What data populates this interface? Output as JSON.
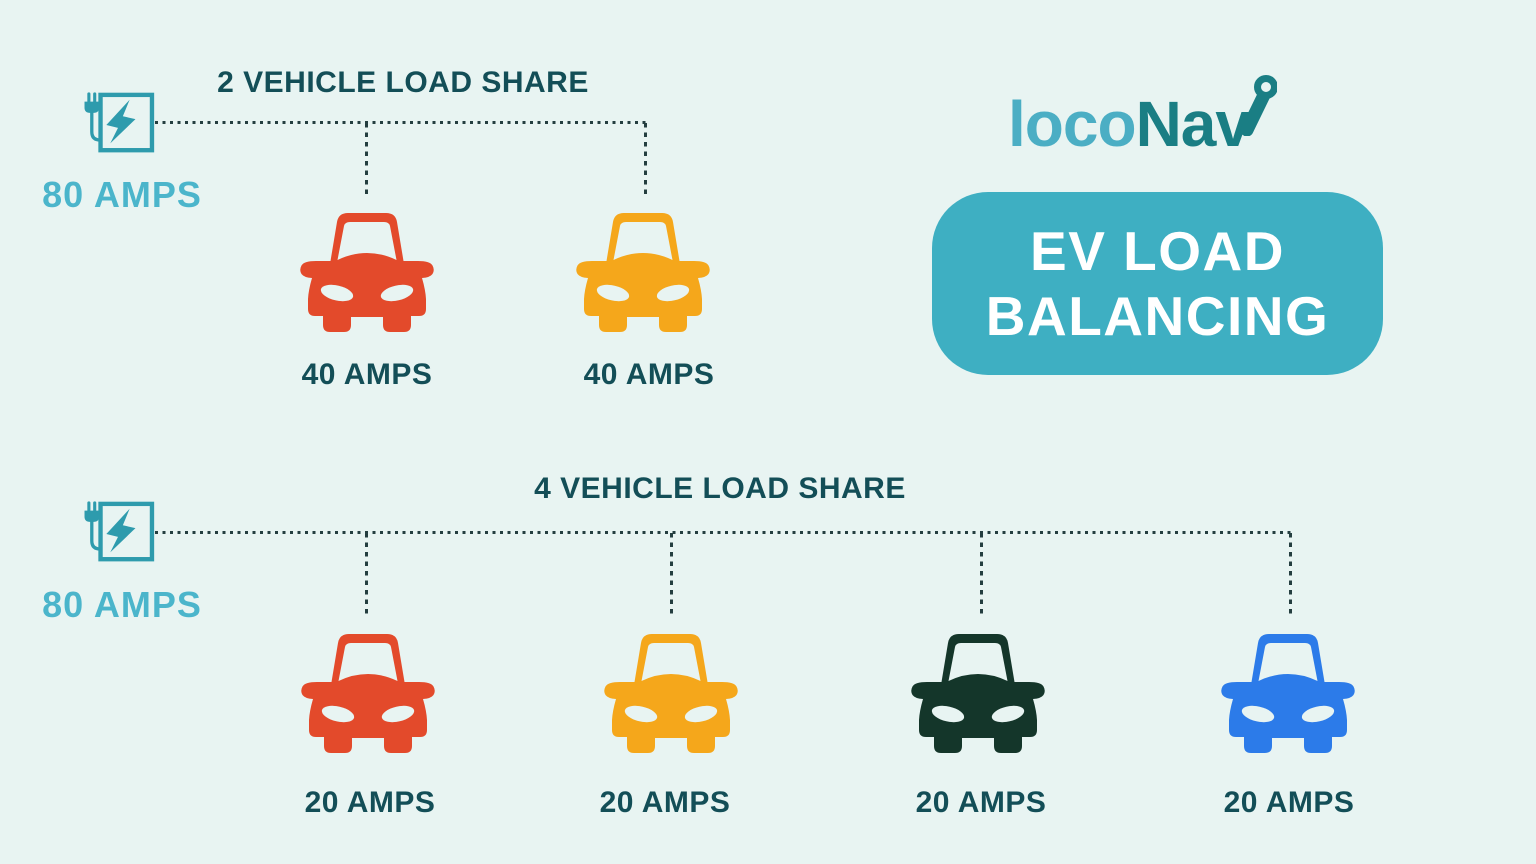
{
  "page": {
    "background": "#e8f4f2"
  },
  "logo": {
    "text_light": "loco",
    "text_dark": "Nav",
    "color_light": "#4baec4",
    "color_dark": "#1a7e84"
  },
  "banner": {
    "line1": "EV LOAD",
    "line2": "BALANCING",
    "bg": "#3eafc2",
    "text_color": "#ffffff"
  },
  "colors": {
    "title_text": "#134e57",
    "amps_source_text": "#4bb5cb",
    "charger_icon": "#2e9bad",
    "dotted_line": "#243e40",
    "car_red": "#e34a2b",
    "car_amber": "#f5a71b",
    "car_dark_green": "#14362a",
    "car_blue": "#2c7be9"
  },
  "sections": [
    {
      "title": "2 VEHICLE LOAD SHARE",
      "source_label": "80 AMPS",
      "vehicles": [
        {
          "label": "40 AMPS",
          "color": "#e34a2b"
        },
        {
          "label": "40 AMPS",
          "color": "#f5a71b"
        }
      ]
    },
    {
      "title": "4 VEHICLE LOAD SHARE",
      "source_label": "80 AMPS",
      "vehicles": [
        {
          "label": "20 AMPS",
          "color": "#e34a2b"
        },
        {
          "label": "20 AMPS",
          "color": "#f5a71b"
        },
        {
          "label": "20 AMPS",
          "color": "#14362a"
        },
        {
          "label": "20 AMPS",
          "color": "#2c7be9"
        }
      ]
    }
  ]
}
